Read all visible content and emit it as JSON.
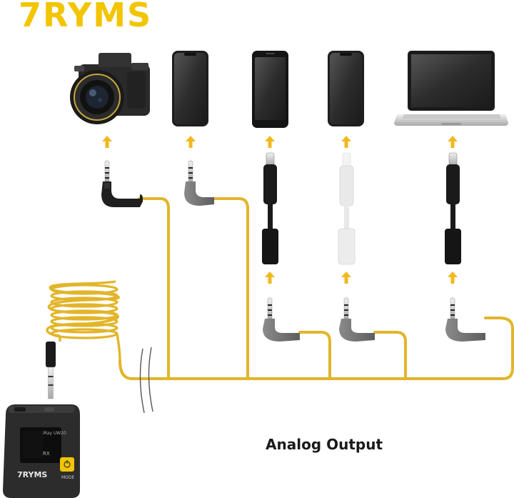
{
  "brand": {
    "logo_text": "7RYMS"
  },
  "caption": "Analog Output",
  "receiver": {
    "brand_label": "7RYMS",
    "model_label": "iRay UW20",
    "channel_label": "RX",
    "mode_label": "MODE"
  },
  "colors": {
    "brand_yellow": "#f2c500",
    "cable_yellow": "#e2b52a",
    "arrow_yellow": "#f2b81f",
    "plug_gray": "#7a7a7a"
  },
  "devices": [
    {
      "name": "camera",
      "icon": "camera-icon"
    },
    {
      "name": "phone",
      "icon": "smartphone-icon"
    },
    {
      "name": "phone",
      "icon": "smartphone-icon"
    },
    {
      "name": "phone",
      "icon": "smartphone-icon"
    },
    {
      "name": "laptop",
      "icon": "laptop-icon"
    }
  ]
}
